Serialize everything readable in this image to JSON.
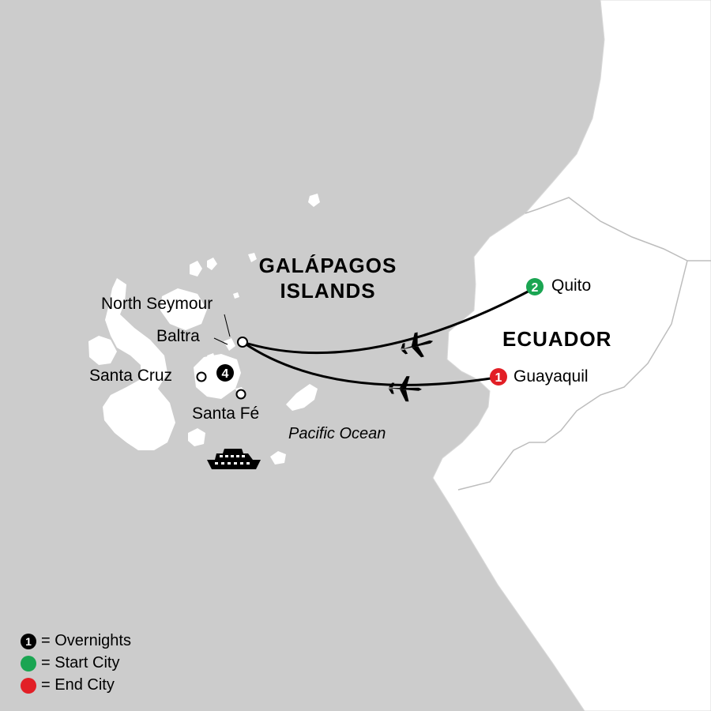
{
  "map": {
    "region_title_line1": "GALÁPAGOS",
    "region_title_line2": "ISLANDS",
    "country_label": "ECUADOR",
    "ocean_label": "Pacific Ocean",
    "places": {
      "north_seymour": "North Seymour",
      "baltra": "Baltra",
      "santa_cruz": "Santa Cruz",
      "santa_fe": "Santa Fé",
      "quito": "Quito",
      "guayaquil": "Guayaquil"
    },
    "markers": {
      "quito_number": "2",
      "guayaquil_number": "1",
      "santa_cruz_number": "4"
    },
    "colors": {
      "sea": "#cccccc",
      "land": "#ffffff",
      "start": "#1aa552",
      "end": "#e21f26",
      "overnight": "#000000"
    }
  },
  "legend": {
    "overnights_number": "1",
    "overnights": "= Overnights",
    "start_city": "= Start City",
    "end_city": "= End City"
  }
}
